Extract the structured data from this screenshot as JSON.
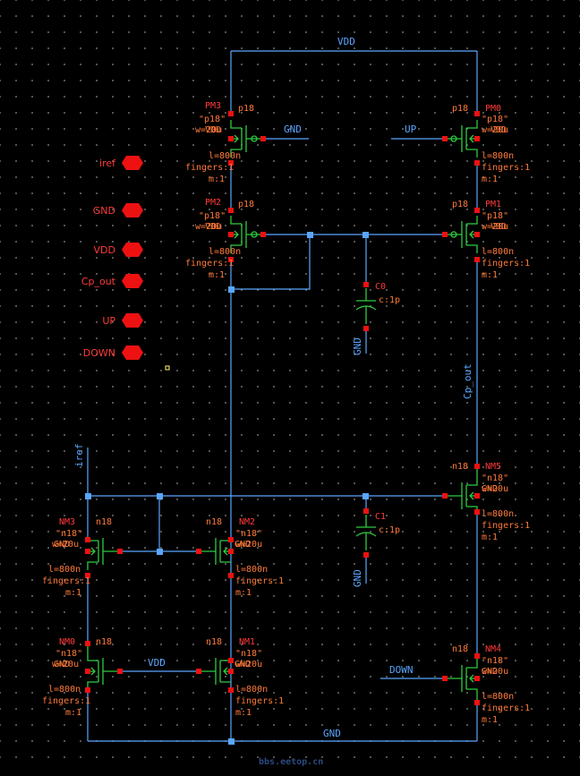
{
  "nets": {
    "vdd_top": "VDD",
    "gnd_bottom": "GND",
    "gnd_pm3_gate": "GND",
    "up": "UP",
    "down": "DOWN",
    "vdd_nm_gate": "VDD",
    "iref_wire": "iref",
    "cp_out_wire": "Cp_out",
    "gnd_c0": "GND",
    "gnd_c1": "GND"
  },
  "ports": [
    "iref",
    "GND",
    "VDD",
    "Cp_out",
    "UP",
    "DOWN"
  ],
  "pmos": [
    {
      "id": "pm3",
      "name": "PM3",
      "model": "p18",
      "qmodel": "\"p18\"",
      "w": "w=20u",
      "bulk": "VDD",
      "l": "l=800n",
      "fingers": "fingers:1",
      "m": "m:1"
    },
    {
      "id": "pm2",
      "name": "PM2",
      "model": "p18",
      "qmodel": "\"p18\"",
      "w": "w=20u",
      "bulk": "VDD",
      "l": "l=800n",
      "fingers": "fingers:1",
      "m": "m:1"
    },
    {
      "id": "pm0",
      "name": "PM0",
      "model": "p18",
      "qmodel": "\"p18\"",
      "w": "w=20u",
      "bulk": "VDD",
      "l": "l=800n",
      "fingers": "fingers:1",
      "m": "m:1"
    },
    {
      "id": "pm1",
      "name": "PM1",
      "model": "p18",
      "qmodel": "\"p18\"",
      "w": "w=20u",
      "bulk": "VDD",
      "l": "l=800n",
      "fingers": "fingers:1",
      "m": "m:1"
    }
  ],
  "nmos": [
    {
      "id": "nm3",
      "name": "NM3",
      "model": "n18",
      "qmodel": "\"n18\"",
      "w": "w=20u",
      "bulk": "GND",
      "l": "l=800n",
      "fingers": "fingers:1",
      "m": "m:1"
    },
    {
      "id": "nm2",
      "name": "NM2",
      "model": "n18",
      "qmodel": "\"n18\"",
      "w": "w=20u",
      "bulk": "GND",
      "l": "l=800n",
      "fingers": "fingers:1",
      "m": "m:1"
    },
    {
      "id": "nm0",
      "name": "NM0",
      "model": "n18",
      "qmodel": "\"n18\"",
      "w": "w=20u",
      "bulk": "GND",
      "l": "l=800n",
      "fingers": "fingers:1",
      "m": "m:1"
    },
    {
      "id": "nm1",
      "name": "NM1",
      "model": "n18",
      "qmodel": "\"n18\"",
      "w": "w=20u",
      "bulk": "GND",
      "l": "l=800n",
      "fingers": "fingers:1",
      "m": "m:1"
    },
    {
      "id": "nm5",
      "name": "NM5",
      "model": "n18",
      "qmodel": "\"n18\"",
      "w": "w=20u",
      "bulk": "GND",
      "l": "l=800n",
      "fingers": "fingers:1",
      "m": "m:1"
    },
    {
      "id": "nm4",
      "name": "NM4",
      "model": "n18",
      "qmodel": "\"n18\"",
      "w": "w=20u",
      "bulk": "GND",
      "l": "l=800n",
      "fingers": "fingers:1",
      "m": "m:1"
    }
  ],
  "caps": [
    {
      "id": "c0",
      "name": "C0",
      "value": "c:1p"
    },
    {
      "id": "c1",
      "name": "C1",
      "value": "c:1p"
    }
  ],
  "watermark": "bbs.eetop.cn",
  "colors": {
    "wire": "#5aa6ff",
    "device": "#2ecc40",
    "pin": "#ee1111",
    "label": "#ff7a3a",
    "background": "#000000"
  }
}
